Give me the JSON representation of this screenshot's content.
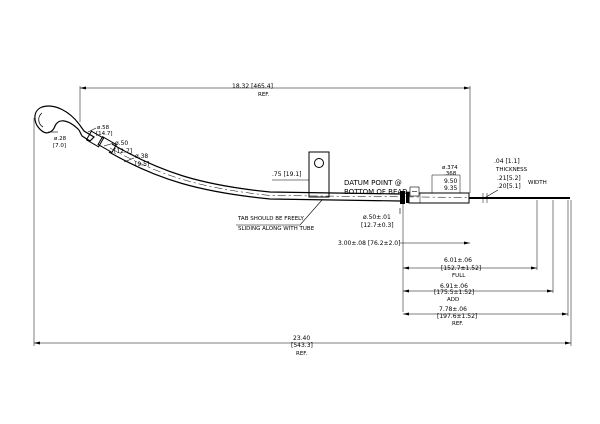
{
  "dimensions": {
    "overall_ref": {
      "value": "18.32 [465.4]",
      "note": "REF."
    },
    "total_length": {
      "value": "23.40",
      "metric": "[543.3]",
      "note": "REF."
    },
    "loop_dia": {
      "value": "ø.28",
      "metric": "[7.0]"
    },
    "tube_small": {
      "value": "ø.58",
      "metric": "[14.7]"
    },
    "tube_od_50": {
      "value": "ø.50",
      "metric": "[12.7]"
    },
    "tube_od_38": {
      "value": "ø.38",
      "metric": "[9.5]"
    },
    "tab_offset": {
      "value": ".75 [19.1]"
    },
    "bead_dia": {
      "value": "ø.50±.01",
      "metric": "[12.7±0.3]"
    },
    "bead_dist": {
      "value": "3.00±.08 [76.2±2.0]"
    },
    "sleeve_dia": {
      "value": "ø.374",
      "value2": ".368"
    },
    "sleeve_len": {
      "value": "9.50",
      "value2": "9.35"
    },
    "blade_thk": {
      "value": ".04 [1.1]",
      "label": "THICKNESS"
    },
    "blade_width": {
      "value": ".21[5.2]",
      "value2": ".20[5.1]",
      "label": "WIDTH"
    },
    "full_mark": {
      "value": "6.01±.06",
      "metric": "[152.7±1.52]",
      "label": "FULL"
    },
    "add_mark": {
      "value": "6.91±.06",
      "metric": "[175.5±1.52]",
      "label": "ADD"
    },
    "ref_mark": {
      "value": "7.78±.06",
      "metric": "[197.6±1.52]",
      "label": "REF."
    }
  },
  "notes": {
    "datum_line1": "DATUM POINT @",
    "datum_line2": "BOTTOM OF BEAD",
    "tab_line1": "TAB SHOULD BE FREELY",
    "tab_line2": "SLIDING ALONG WITH TUBE"
  }
}
